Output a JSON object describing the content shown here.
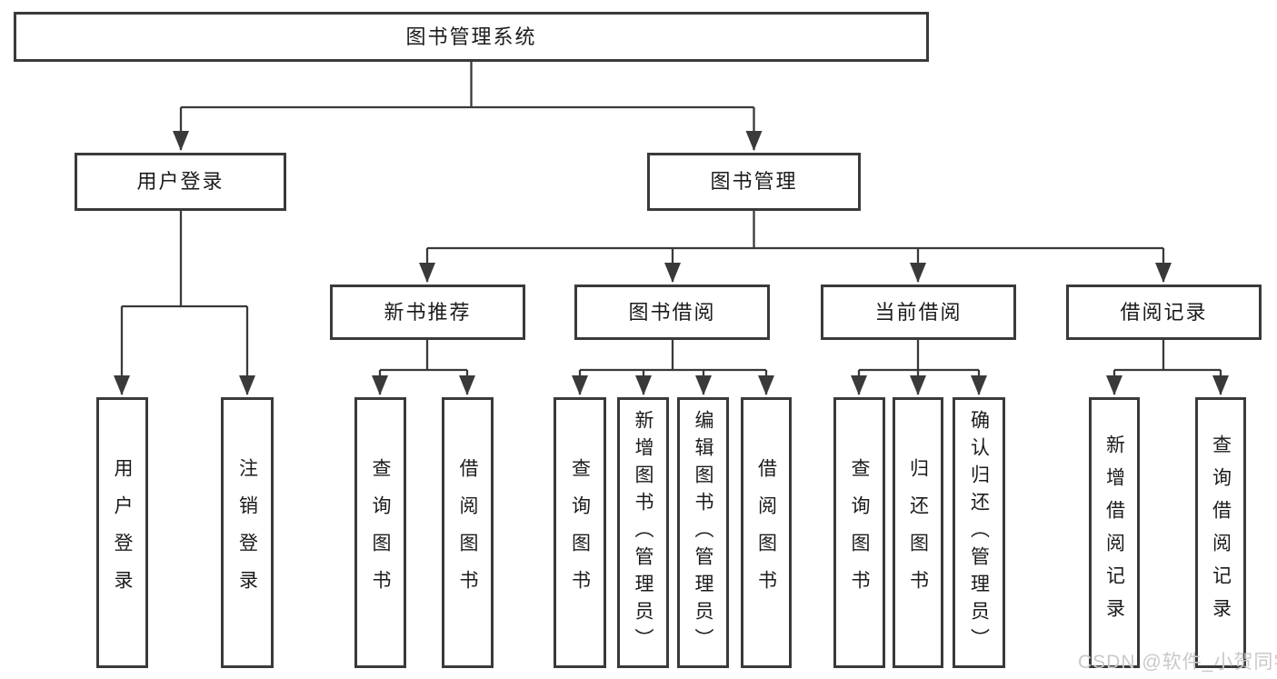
{
  "root": {
    "label": "图书管理系统"
  },
  "user_branch": {
    "label": "用户登录",
    "children": [
      "用户登录",
      "注销登录"
    ]
  },
  "book_branch": {
    "label": "图书管理",
    "modules": [
      {
        "label": "新书推荐",
        "children": [
          "查询图书",
          "借阅图书"
        ]
      },
      {
        "label": "图书借阅",
        "children": [
          "查询图书",
          "新增图书（管理员）",
          "编辑图书（管理员）",
          "借阅图书"
        ]
      },
      {
        "label": "当前借阅",
        "children": [
          "查询图书",
          "归还图书",
          "确认归还（管理员）"
        ]
      },
      {
        "label": "借阅记录",
        "children": [
          "新增借阅记录",
          "查询借阅记录"
        ]
      }
    ]
  },
  "watermark": "CSDN @软件_小贺同学",
  "colors": {
    "line": "#3a3a3a",
    "box_border": "#3a3a3a",
    "text": "#1b1b1b",
    "watermark": "#c9c9c9",
    "background": "#ffffff"
  }
}
